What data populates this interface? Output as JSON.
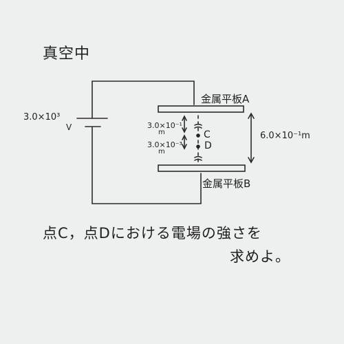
{
  "title": "真空中",
  "voltage": {
    "value": "3.0×10³",
    "unit": "V"
  },
  "plate_a": "金属平板A",
  "plate_b": "金属平板B",
  "plate_gap": "6.0×10⁻¹m",
  "dist_a_to_c": {
    "value": "3.0×10⁻¹",
    "unit": "m"
  },
  "dist_c_to_d": {
    "value": "3.0×10⁻³",
    "unit": "m"
  },
  "point_c": "C",
  "point_d": "D",
  "question": {
    "line1": "点C，点Dにおける電場の強さを",
    "line2": "求めよ。"
  }
}
